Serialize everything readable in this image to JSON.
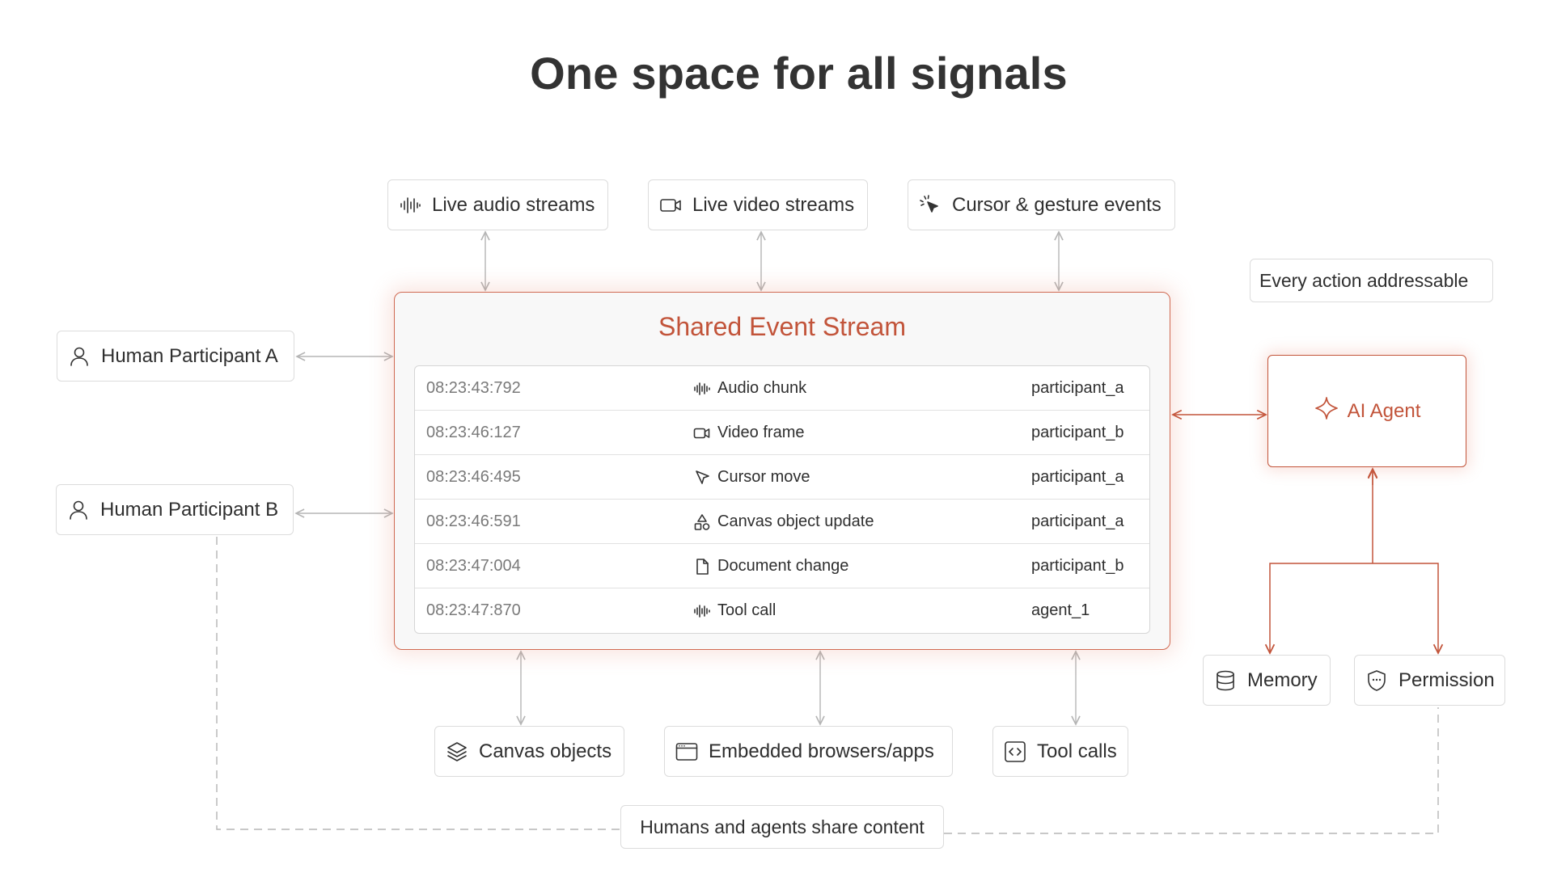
{
  "title": "One space for all signals",
  "inputs": [
    {
      "label": "Live audio streams",
      "icon": "audio-wave-icon"
    },
    {
      "label": "Live video streams",
      "icon": "video-camera-icon"
    },
    {
      "label": "Cursor & gesture events",
      "icon": "cursor-click-icon"
    }
  ],
  "participants": [
    {
      "label": "Human Participant A",
      "icon": "user-icon"
    },
    {
      "label": "Human Participant B",
      "icon": "user-icon"
    }
  ],
  "stream": {
    "title": "Shared Event Stream",
    "rows": [
      {
        "time": "08:23:43:792",
        "event": "Audio chunk",
        "icon": "audio-wave-icon",
        "actor": "participant_a"
      },
      {
        "time": "08:23:46:127",
        "event": "Video frame",
        "icon": "video-camera-icon",
        "actor": "participant_b"
      },
      {
        "time": "08:23:46:495",
        "event": "Cursor move",
        "icon": "cursor-icon",
        "actor": "participant_a"
      },
      {
        "time": "08:23:46:591",
        "event": "Canvas object update",
        "icon": "shapes-icon",
        "actor": "participant_a"
      },
      {
        "time": "08:23:47:004",
        "event": "Document change",
        "icon": "document-icon",
        "actor": "participant_b"
      },
      {
        "time": "08:23:47:870",
        "event": "Tool call",
        "icon": "audio-wave-icon",
        "actor": "agent_1"
      }
    ]
  },
  "outputs": [
    {
      "label": "Canvas objects",
      "icon": "layers-icon"
    },
    {
      "label": "Embedded browsers/apps",
      "icon": "browser-window-icon"
    },
    {
      "label": "Tool calls",
      "icon": "code-icon"
    }
  ],
  "agent": {
    "label": "AI Agent",
    "icon": "sparkle-icon"
  },
  "every_action": "Every action addressable",
  "agent_resources": [
    {
      "label": "Memory",
      "icon": "database-icon"
    },
    {
      "label": "Permission",
      "icon": "shield-icon"
    }
  ],
  "share_note": "Humans and agents share content",
  "colors": {
    "accent": "#c2543a",
    "border": "#dcdcdc",
    "line": "#b5b5b5"
  }
}
